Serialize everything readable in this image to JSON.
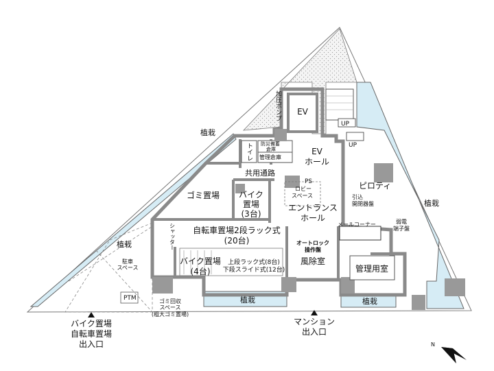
{
  "labels": {
    "ev": "EV",
    "kaatsu_pump": "加圧ポンプ",
    "up_1": "UP",
    "up_2": "UP",
    "shokusai_left_upper": "植栽",
    "shokusai_left_lower": "植栽",
    "shokusai_right": "植栽",
    "shokusai_bottom_1": "植栽",
    "shokusai_bottom_2": "植栽",
    "toire": "トイレ",
    "bousai_1": "防災備蓄",
    "bousai_2": "倉庫",
    "kanri_souko": "管理倉庫",
    "ev_hall_1": "EV",
    "ev_hall_2": "ホール",
    "kyoyo_tsuro": "共用通路",
    "ps": "PS",
    "lobby_1": "ロビー",
    "lobby_2": "スペース",
    "piloti": "ピロティ",
    "hikikomi_1": "引込",
    "hikikomi_2": "開閉器盤",
    "gomi": "ゴミ置場",
    "bike3_1": "バイク",
    "bike3_2": "置場",
    "bike3_3": "(3台)",
    "entrance_1": "エントランス",
    "entrance_2": "ホール",
    "mail_corner": "メールコーナー",
    "jakuden_1": "弱電",
    "jakuden_2": "端子盤",
    "shutter": "シャッター",
    "bicycle_1": "自転車置場2段ラック式",
    "bicycle_2": "(20台)",
    "autolock_1": "オートロック",
    "autolock_2": "操作盤",
    "fujoshitsu": "風除室",
    "kanriyoushitsu": "管理用室",
    "chusha_1": "駐車",
    "chusha_2": "スペース",
    "bike4_1": "バイク置場",
    "bike4_2": "(4台)",
    "rack_1": "上段ラック式(8台)",
    "rack_2": "下段スライド式(12台)",
    "ptm": "PTM",
    "gomi_kaishu_1": "ゴミ回収",
    "gomi_kaishu_2": "スペース",
    "gomi_kaishu_3": "(粗大ゴミ置場)",
    "bike_entrance_1": "バイク置場",
    "bike_entrance_2": "自転車置場",
    "bike_entrance_3": "出入口",
    "mansion_entrance_1": "マンション",
    "mansion_entrance_2": "出入口",
    "north": "N"
  },
  "colors": {
    "wall": "#8a8a8a",
    "water": "#d6ecf5",
    "planting": "#e8e8e8",
    "pillar": "#999999",
    "line": "#333333"
  }
}
